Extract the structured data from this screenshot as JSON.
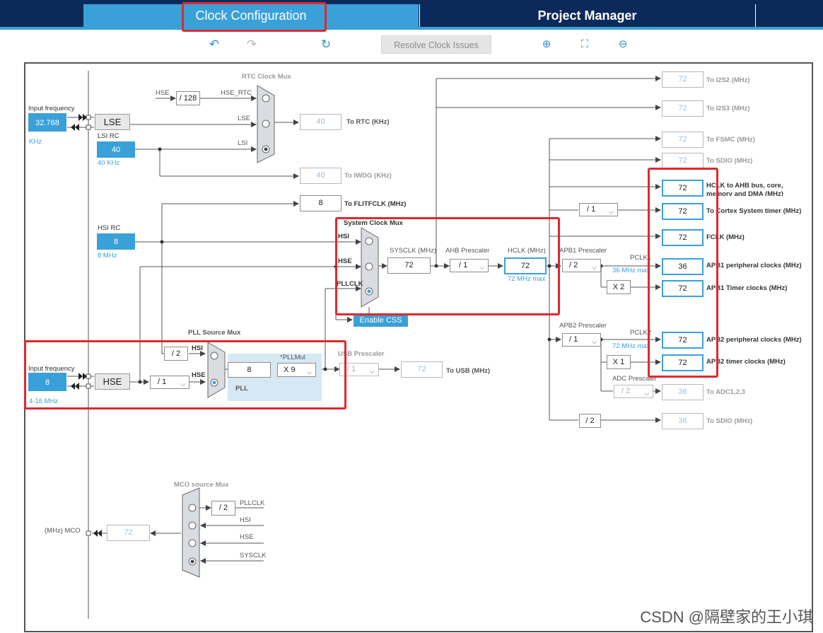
{
  "tabs": {
    "left": "",
    "active": "Clock Configuration",
    "project": "Project Manager",
    "right": ""
  },
  "toolbar": {
    "undo_icon": "undo-icon",
    "redo_icon": "redo-icon",
    "reset_icon": "refresh-icon",
    "resolve": "Resolve Clock Issues",
    "zoom_in_icon": "zoom-in-icon",
    "fit_icon": "fit-screen-icon",
    "zoom_out_icon": "zoom-out-icon"
  },
  "lse": {
    "input_label": "Input frequency",
    "value": "32.768",
    "unit": "KHz",
    "name": "LSE"
  },
  "lsi": {
    "title": "LSI RC",
    "value": "40",
    "unit": "40 KHz"
  },
  "rtc": {
    "title": "RTC Clock Mux",
    "hse": "HSE",
    "div": "/ 128",
    "hse_rtc": "HSE_RTC",
    "lse": "LSE",
    "lsi": "LSI",
    "out": "40",
    "out_label": "To RTC (KHz)"
  },
  "iwdg": {
    "out": "40",
    "label": "To IWDG (KHz)"
  },
  "flit": {
    "out": "8",
    "label": "To FLITFCLK (MHz)"
  },
  "hsi": {
    "title": "HSI RC",
    "value": "8",
    "unit": "8 MHz"
  },
  "sysmux": {
    "title": "System Clock Mux",
    "hsi": "HSI",
    "hse": "HSE",
    "pllclk": "PLLCLK",
    "css": "Enable CSS"
  },
  "sysclk": {
    "label": "SYSCLK (MHz)",
    "value": "72"
  },
  "ahb": {
    "label": "AHB Prescaler",
    "value": "/ 1"
  },
  "hclk": {
    "label": "HCLK (MHz)",
    "value": "72",
    "max": "72 MHz max"
  },
  "apb1": {
    "label": "APB1 Prescaler",
    "value": "/ 2",
    "pclk": "PCLK1",
    "max": "36 MHz max",
    "timer_mul": "X 2"
  },
  "apb2": {
    "label": "APB2 Prescaler",
    "value": "/ 1",
    "pclk": "PCLK2",
    "max": "72 MHz max",
    "timer_mul": "X 1"
  },
  "adc": {
    "label": "ADC Prescaler",
    "value": "/ 2"
  },
  "cortex": {
    "div": "/ 1"
  },
  "sdio_div": "/ 2",
  "pll": {
    "title": "PLL Source Mux",
    "hsi": "HSI",
    "hsi_div": "/ 2",
    "hse": "HSE",
    "mul_label": "*PLLMul",
    "value": "8",
    "mul": "X 9",
    "name": "PLL"
  },
  "hse": {
    "input_label": "Input frequency",
    "value": "8",
    "unit": "4-16 MHz",
    "name": "HSE",
    "div": "/ 1"
  },
  "usb": {
    "label": "USB Prescaler",
    "value": "/ 1",
    "out": "72",
    "out_label": "To USB (MHz)"
  },
  "outputs": [
    {
      "value": "72",
      "label": "To I2S2 (MHz)"
    },
    {
      "value": "72",
      "label": "To I2S3 (MHz)"
    },
    {
      "value": "72",
      "label": "To FSMC (MHz)"
    },
    {
      "value": "72",
      "label": "To SDIO (MHz)"
    },
    {
      "value": "72",
      "label": "HCLK to AHB bus, core, memory and DMA (MHz)"
    },
    {
      "value": "72",
      "label": "To Cortex System timer (MHz)"
    },
    {
      "value": "72",
      "label": "FCLK (MHz)"
    },
    {
      "value": "36",
      "label": "APB1 peripheral clocks (MHz)"
    },
    {
      "value": "72",
      "label": "APB1 Timer clocks (MHz)"
    },
    {
      "value": "72",
      "label": "APB2 peripheral clocks (MHz)"
    },
    {
      "value": "72",
      "label": "APB2 timer clocks (MHz)"
    },
    {
      "value": "36",
      "label": "To ADC1,2,3"
    },
    {
      "value": "36",
      "label": "To SDIO (MHz)"
    }
  ],
  "mco": {
    "title": "MCO source Mux",
    "label": "(MHz) MCO",
    "value": "72",
    "div": "/ 2",
    "pllclk": "PLLCLK",
    "hsi": "HSI",
    "hse": "HSE",
    "sysclk": "SYSCLK"
  },
  "watermark": "CSDN @隔壁家的王小琪",
  "colors": {
    "tab_active": "#3aa0d8",
    "tab_bg": "#0b2a5a",
    "highlight": "#e0282e",
    "accent": "#3aa0d8"
  }
}
